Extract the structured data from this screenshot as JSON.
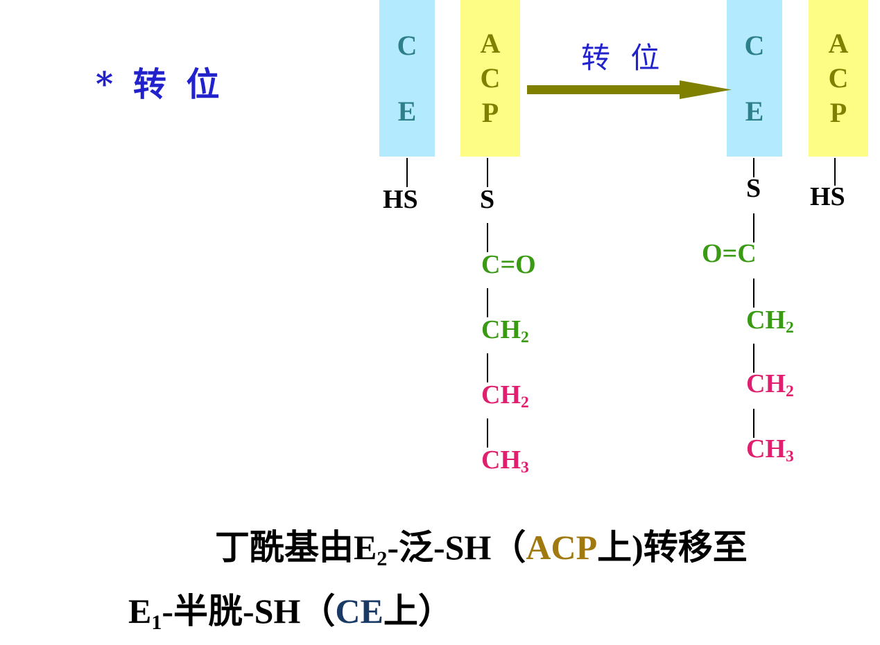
{
  "title": "* 转 位",
  "arrow_label": "转 位",
  "left_ce": {
    "c": "C",
    "e": "E"
  },
  "left_acp": {
    "a": "A",
    "c": "C",
    "p": "P"
  },
  "right_ce": {
    "c": "C",
    "e": "E"
  },
  "right_acp": {
    "a": "A",
    "c": "C",
    "p": "P"
  },
  "left_chain": {
    "hs": "HS",
    "s": "S",
    "co": "C=O",
    "ch2a": "CH",
    "ch2a_sub": "2",
    "ch2b": "CH",
    "ch2b_sub": "2",
    "ch3": "CH",
    "ch3_sub": "3"
  },
  "right_chain": {
    "s": "S",
    "hs": "HS",
    "oc": "O=C",
    "ch2a": "CH",
    "ch2a_sub": "2",
    "ch2b": "CH",
    "ch2b_sub": "2",
    "ch3": "CH",
    "ch3_sub": "3"
  },
  "caption": {
    "line1_a": "丁酰基由E",
    "line1_sub": "2",
    "line1_b": "-泛-SH（",
    "line1_acp": "ACP",
    "line1_c": "上)转移至",
    "line2_a": "E",
    "line2_sub": "1",
    "line2_b": "-半胱-SH（",
    "line2_ce": "CE",
    "line2_c": "上）"
  },
  "colors": {
    "ce_box": "#b3eafd",
    "acp_box": "#fdfd85",
    "arrow": "#808000",
    "title": "#2222cc",
    "green": "#3a9a14",
    "pink": "#e0206e"
  }
}
